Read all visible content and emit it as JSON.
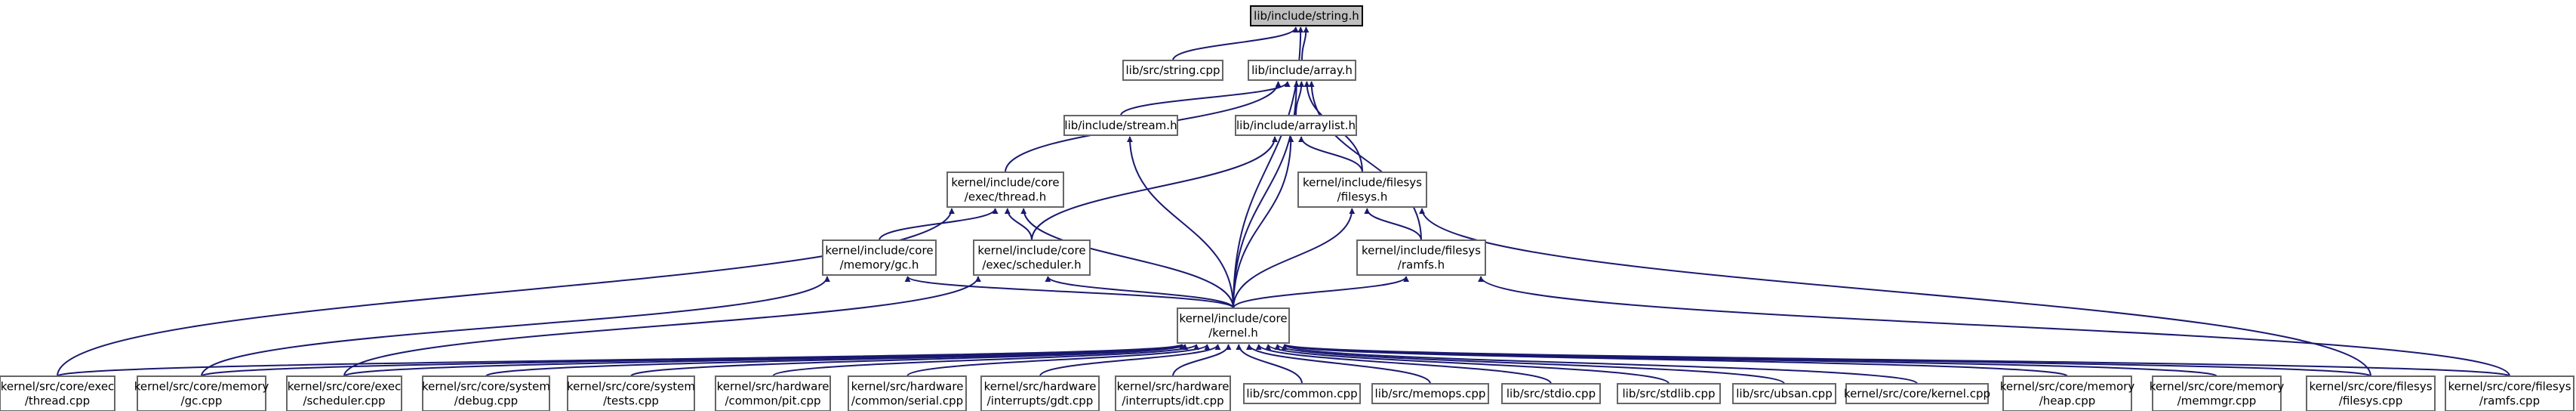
{
  "graph": {
    "edge_color": "#191970",
    "root_fill": "#bfbfbf",
    "nodes": [
      {
        "id": "string_h",
        "lines": [
          "lib/include/string.h"
        ],
        "root": true
      },
      {
        "id": "string_cpp",
        "lines": [
          "lib/src/string.cpp"
        ]
      },
      {
        "id": "array_h",
        "lines": [
          "lib/include/array.h"
        ]
      },
      {
        "id": "stream_h",
        "lines": [
          "lib/include/stream.h"
        ]
      },
      {
        "id": "arraylist_h",
        "lines": [
          "lib/include/arraylist.h"
        ]
      },
      {
        "id": "thread_h",
        "lines": [
          "kernel/include/core",
          "/exec/thread.h"
        ]
      },
      {
        "id": "filesys_h",
        "lines": [
          "kernel/include/filesys",
          "/filesys.h"
        ]
      },
      {
        "id": "gc_h",
        "lines": [
          "kernel/include/core",
          "/memory/gc.h"
        ]
      },
      {
        "id": "scheduler_h",
        "lines": [
          "kernel/include/core",
          "/exec/scheduler.h"
        ]
      },
      {
        "id": "ramfs_h",
        "lines": [
          "kernel/include/filesys",
          "/ramfs.h"
        ]
      },
      {
        "id": "kernel_h",
        "lines": [
          "kernel/include/core",
          "/kernel.h"
        ]
      },
      {
        "id": "thread_cpp",
        "lines": [
          "kernel/src/core/exec",
          "/thread.cpp"
        ]
      },
      {
        "id": "gc_cpp",
        "lines": [
          "kernel/src/core/memory",
          "/gc.cpp"
        ]
      },
      {
        "id": "scheduler_cpp",
        "lines": [
          "kernel/src/core/exec",
          "/scheduler.cpp"
        ]
      },
      {
        "id": "debug_cpp",
        "lines": [
          "kernel/src/core/system",
          "/debug.cpp"
        ]
      },
      {
        "id": "tests_cpp",
        "lines": [
          "kernel/src/core/system",
          "/tests.cpp"
        ]
      },
      {
        "id": "pit_cpp",
        "lines": [
          "kernel/src/hardware",
          "/common/pit.cpp"
        ]
      },
      {
        "id": "serial_cpp",
        "lines": [
          "kernel/src/hardware",
          "/common/serial.cpp"
        ]
      },
      {
        "id": "gdt_cpp",
        "lines": [
          "kernel/src/hardware",
          "/interrupts/gdt.cpp"
        ]
      },
      {
        "id": "idt_cpp",
        "lines": [
          "kernel/src/hardware",
          "/interrupts/idt.cpp"
        ]
      },
      {
        "id": "common_cpp",
        "lines": [
          "lib/src/common.cpp"
        ]
      },
      {
        "id": "memops_cpp",
        "lines": [
          "lib/src/memops.cpp"
        ]
      },
      {
        "id": "stdio_cpp",
        "lines": [
          "lib/src/stdio.cpp"
        ]
      },
      {
        "id": "stdlib_cpp",
        "lines": [
          "lib/src/stdlib.cpp"
        ]
      },
      {
        "id": "ubsan_cpp",
        "lines": [
          "lib/src/ubsan.cpp"
        ]
      },
      {
        "id": "kernel_cpp",
        "lines": [
          "kernel/src/core/kernel.cpp"
        ]
      },
      {
        "id": "heap_cpp",
        "lines": [
          "kernel/src/core/memory",
          "/heap.cpp"
        ]
      },
      {
        "id": "memmgr_cpp",
        "lines": [
          "kernel/src/core/memory",
          "/memmgr.cpp"
        ]
      },
      {
        "id": "filesys_cpp",
        "lines": [
          "kernel/src/core/filesys",
          "/filesys.cpp"
        ]
      },
      {
        "id": "ramfs_cpp",
        "lines": [
          "kernel/src/core/filesys",
          "/ramfs.cpp"
        ]
      }
    ],
    "edges": [
      [
        "string_cpp",
        "string_h"
      ],
      [
        "array_h",
        "string_h"
      ],
      [
        "kernel_h",
        "string_h"
      ],
      [
        "stream_h",
        "array_h"
      ],
      [
        "arraylist_h",
        "array_h"
      ],
      [
        "thread_h",
        "array_h"
      ],
      [
        "filesys_h",
        "array_h"
      ],
      [
        "ramfs_h",
        "array_h"
      ],
      [
        "kernel_h",
        "array_h"
      ],
      [
        "kernel_h",
        "stream_h"
      ],
      [
        "filesys_h",
        "arraylist_h"
      ],
      [
        "scheduler_h",
        "arraylist_h"
      ],
      [
        "kernel_h",
        "arraylist_h"
      ],
      [
        "gc_h",
        "thread_h"
      ],
      [
        "scheduler_h",
        "thread_h"
      ],
      [
        "kernel_h",
        "thread_h"
      ],
      [
        "thread_cpp",
        "thread_h"
      ],
      [
        "ramfs_h",
        "filesys_h"
      ],
      [
        "kernel_h",
        "filesys_h"
      ],
      [
        "filesys_cpp",
        "filesys_h"
      ],
      [
        "kernel_h",
        "gc_h"
      ],
      [
        "gc_cpp",
        "gc_h"
      ],
      [
        "kernel_h",
        "scheduler_h"
      ],
      [
        "scheduler_cpp",
        "scheduler_h"
      ],
      [
        "kernel_h",
        "ramfs_h"
      ],
      [
        "ramfs_cpp",
        "ramfs_h"
      ],
      [
        "thread_cpp",
        "kernel_h"
      ],
      [
        "gc_cpp",
        "kernel_h"
      ],
      [
        "scheduler_cpp",
        "kernel_h"
      ],
      [
        "debug_cpp",
        "kernel_h"
      ],
      [
        "tests_cpp",
        "kernel_h"
      ],
      [
        "pit_cpp",
        "kernel_h"
      ],
      [
        "serial_cpp",
        "kernel_h"
      ],
      [
        "gdt_cpp",
        "kernel_h"
      ],
      [
        "idt_cpp",
        "kernel_h"
      ],
      [
        "common_cpp",
        "kernel_h"
      ],
      [
        "memops_cpp",
        "kernel_h"
      ],
      [
        "stdio_cpp",
        "kernel_h"
      ],
      [
        "stdlib_cpp",
        "kernel_h"
      ],
      [
        "ubsan_cpp",
        "kernel_h"
      ],
      [
        "kernel_cpp",
        "kernel_h"
      ],
      [
        "heap_cpp",
        "kernel_h"
      ],
      [
        "memmgr_cpp",
        "kernel_h"
      ],
      [
        "filesys_cpp",
        "kernel_h"
      ],
      [
        "ramfs_cpp",
        "kernel_h"
      ]
    ]
  }
}
